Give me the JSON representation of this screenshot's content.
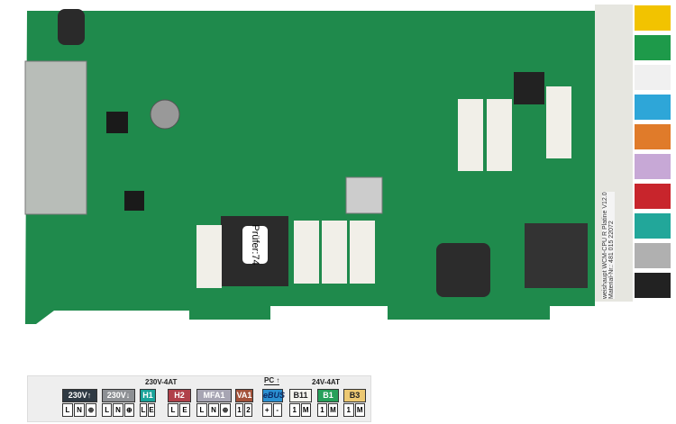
{
  "board": {
    "colors": {
      "pcb": "#1f8a4c",
      "pcb_dark": "#17703c",
      "connector_strip": "#e6e6e0"
    },
    "tester_label": "Prüfer:74",
    "sticker_lines": [
      "weishaupt WCM-CPU R Platine V12.0",
      "Material-Nr.: 481 015 22072"
    ],
    "terminal_colors": [
      "#f2c300",
      "#1e9a4a",
      "#f0f0f0",
      "#2ea6d8",
      "#e07b2a",
      "#c7a8d6",
      "#c8252c",
      "#22a79a",
      "#b0b0b0",
      "#222222"
    ]
  },
  "label_strip": {
    "groups": {
      "mains": "230V-4AT",
      "pc": "PC ↑",
      "low": "24V-4AT"
    },
    "terminals": [
      {
        "name": "230V↑",
        "color": "#2f3a44",
        "pins": [
          "L",
          "N",
          "⊕"
        ]
      },
      {
        "name": "230V↓",
        "color": "#8d9094",
        "pins": [
          "L",
          "N",
          "⊕"
        ]
      },
      {
        "name": "H1",
        "color": "#1aa39a",
        "pins": [
          "L",
          "E"
        ]
      },
      {
        "name": "H2",
        "color": "#b0404a",
        "pins": [
          "L",
          "E"
        ]
      },
      {
        "name": "MFA1",
        "color": "#a7a5b3",
        "pins": [
          "L",
          "N",
          "⊕"
        ]
      },
      {
        "name": "VA1",
        "color": "#a3523a",
        "pins": [
          "1",
          "2"
        ]
      },
      {
        "name": "eBUS",
        "color": "#2a8fd0",
        "pins": [
          "+",
          "-"
        ]
      },
      {
        "name": "B11",
        "color": "#f4f4ee",
        "pins": [
          "1",
          "M"
        ]
      },
      {
        "name": "B1",
        "color": "#27a05a",
        "pins": [
          "1",
          "M"
        ]
      },
      {
        "name": "B3",
        "color": "#ecc872",
        "pins": [
          "1",
          "M"
        ]
      }
    ]
  }
}
